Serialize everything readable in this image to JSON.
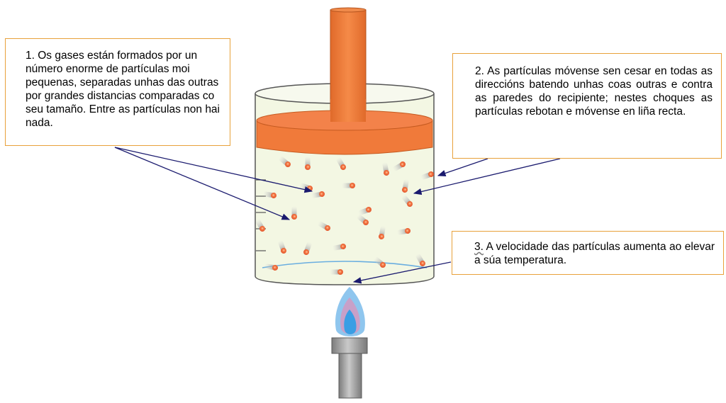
{
  "notes": {
    "note1": {
      "text": "1. Os gases están formados por un número enorme de partículas moi pequenas, separadas unhas das outras por grandes distancias comparadas co seu tamaño. Entre as partículas non hai nada."
    },
    "note2": {
      "text": "2. As partículas móvense sen cesar en todas as direccións batendo unhas coas outras e contra as paredes do recipiente; nestes choques as partículas rebotan e móvense en liña recta."
    },
    "note3": {
      "num": "3.",
      "text": " A velocidade das partículas aumenta ao elevar a súa temperatura."
    }
  },
  "colors": {
    "piston": "#f07a3a",
    "piston_edge": "#c55a20",
    "gas": "#f3f7e3",
    "particle_core": "#f06030",
    "particle_tail": "#a9a9a9",
    "flame_outer": "#8fc6ee",
    "flame_middle": "#c8a0c8",
    "flame_inner": "#3a9ee4",
    "burner": "#9a9a9a",
    "arrow": "#1a1a6e",
    "callout_border": "#e8a13a"
  },
  "icons": [
    "piston",
    "cylinder",
    "gas-particle",
    "bunsen-burner",
    "flame"
  ]
}
